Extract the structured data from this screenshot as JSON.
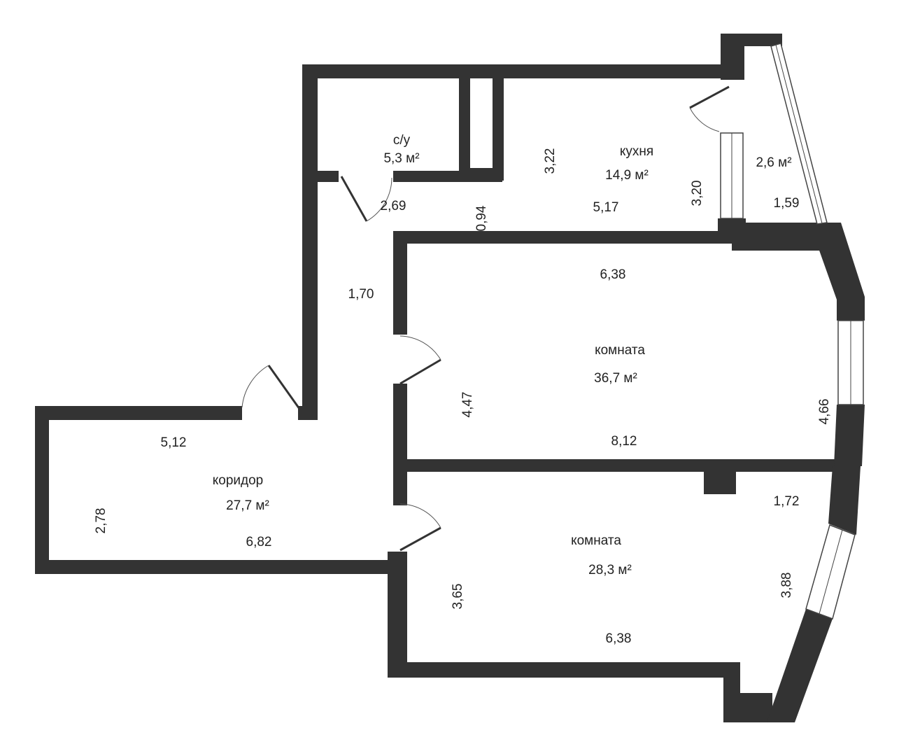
{
  "rooms": {
    "bathroom": {
      "name": "с/у",
      "area": "5,3 м²"
    },
    "kitchen": {
      "name": "кухня",
      "area": "14,9 м²"
    },
    "balcony": {
      "name": "",
      "area": "2,6 м²"
    },
    "room1": {
      "name": "комната",
      "area": "36,7 м²"
    },
    "corridor": {
      "name": "коридор",
      "area": "27,7 м²"
    },
    "room2": {
      "name": "комната",
      "area": "28,3 м²"
    }
  },
  "dimensions": {
    "bath_w": "2,69",
    "hall_narrow": "0,94",
    "kitchen_h": "3,22",
    "kitchen_w": "5,17",
    "kitchen_h2": "3,20",
    "balcony_w": "1,59",
    "hall_w": "1,70",
    "room1_top": "6,38",
    "room1_left": "4,47",
    "room1_bottom": "8,12",
    "room1_right": "4,66",
    "corr_top": "5,12",
    "corr_left": "2,78",
    "corr_bottom": "6,82",
    "room2_top": "1,72",
    "room2_left": "3,65",
    "room2_right": "3,88",
    "room2_bottom": "6,38"
  },
  "colors": {
    "wall": "#333333",
    "background": "#ffffff"
  }
}
